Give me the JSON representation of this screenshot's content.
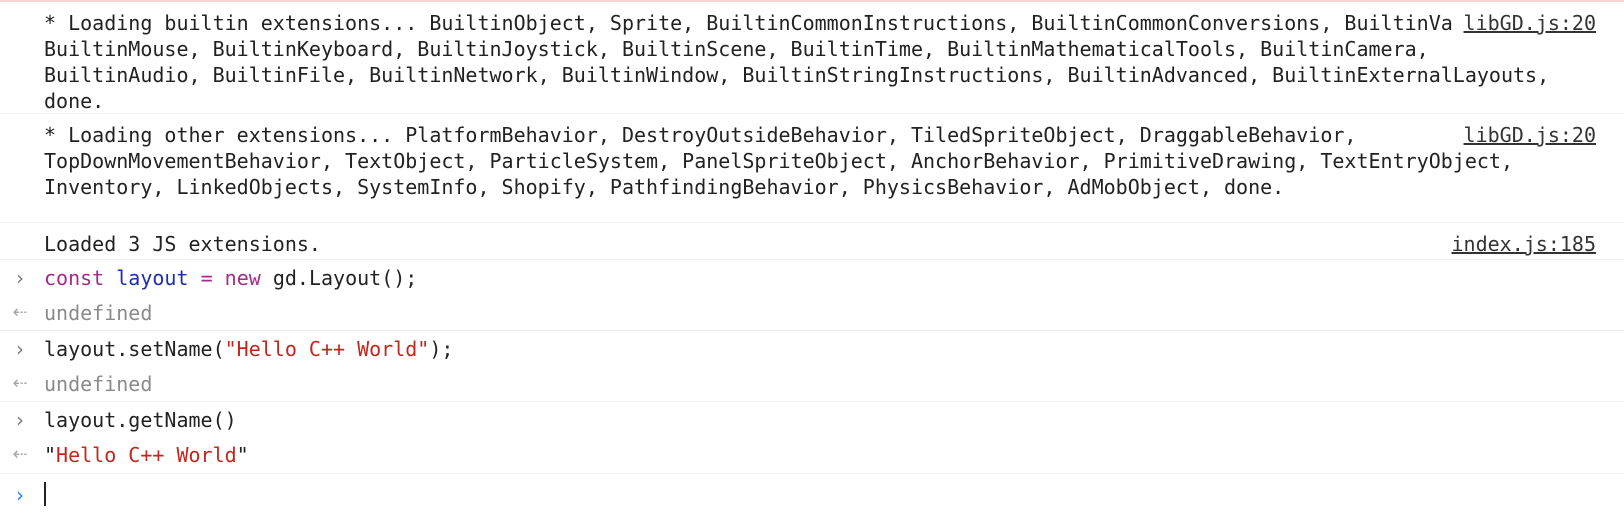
{
  "log_messages": [
    {
      "text": "* Loading builtin extensions... BuiltinObject, Sprite, BuiltinCommonInstructions, BuiltinCommonConversions, BuiltinVariables, BuiltinMouse, BuiltinKeyboard, BuiltinJoystick, BuiltinScene, BuiltinTime, BuiltinMathematicalTools, BuiltinCamera, BuiltinAudio, BuiltinFile, BuiltinNetwork, BuiltinWindow, BuiltinStringInstructions, BuiltinAdvanced, BuiltinExternalLayouts, done.",
      "source": "libGD.js:20"
    },
    {
      "text": "* Loading other extensions... PlatformBehavior, DestroyOutsideBehavior, TiledSpriteObject, DraggableBehavior, TopDownMovementBehavior, TextObject, ParticleSystem, PanelSpriteObject, AnchorBehavior, PrimitiveDrawing, TextEntryObject, Inventory, LinkedObjects, SystemInfo, Shopify, PathfindingBehavior, PhysicsBehavior, AdMobObject, done.",
      "source": "libGD.js:20"
    },
    {
      "text": "Loaded 3 JS extensions.",
      "source": "index.js:185"
    }
  ],
  "commands": [
    {
      "tokens": {
        "kw_const": "const",
        "var_name": "layout",
        "op_eq": "=",
        "kw_new": "new",
        "rest": "gd.Layout();"
      },
      "result": "undefined"
    },
    {
      "tokens": {
        "prefix": "layout.setName(",
        "string": "\"Hello C++ World\"",
        "suffix": ");"
      },
      "result": "undefined"
    },
    {
      "tokens": {
        "text": "layout.getName()"
      },
      "result_quote_open": "\"",
      "result_string": "Hello C++ World",
      "result_quote_close": "\""
    }
  ],
  "icons": {
    "prompt": "chevron-right-icon",
    "result": "result-arrow-icon",
    "active_prompt": "chevron-right-icon"
  },
  "colors": {
    "keyword": "#a52a8a",
    "variable": "#1c2eb3",
    "string": "#c0271e",
    "result": "#8a8a8a",
    "active_prompt": "#2f7df6"
  }
}
